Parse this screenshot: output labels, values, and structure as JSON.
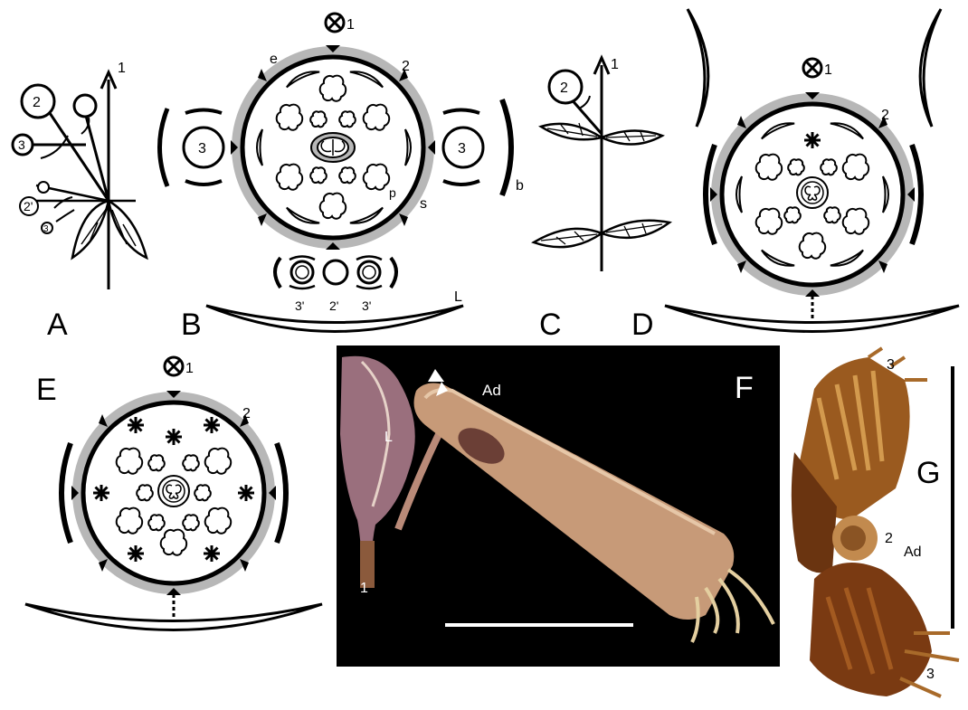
{
  "panels": {
    "A": "A",
    "B": "B",
    "C": "C",
    "D": "D",
    "E": "E",
    "F": "F",
    "G": "G"
  },
  "labels": {
    "axis_one": "1",
    "two": "2",
    "three": "3",
    "two_prime": "2'",
    "three_prime": "3'",
    "e": "e",
    "p": "p",
    "s": "s",
    "b": "b",
    "L": "L",
    "Ad": "Ad"
  },
  "colors": {
    "ink": "#000000",
    "sepal_gray": "#b7b7b7",
    "photo_bg": "#000000",
    "flower_tube": "#c79a78",
    "bract": "#9a6f7d",
    "inflorescence": "#8a4a14"
  }
}
